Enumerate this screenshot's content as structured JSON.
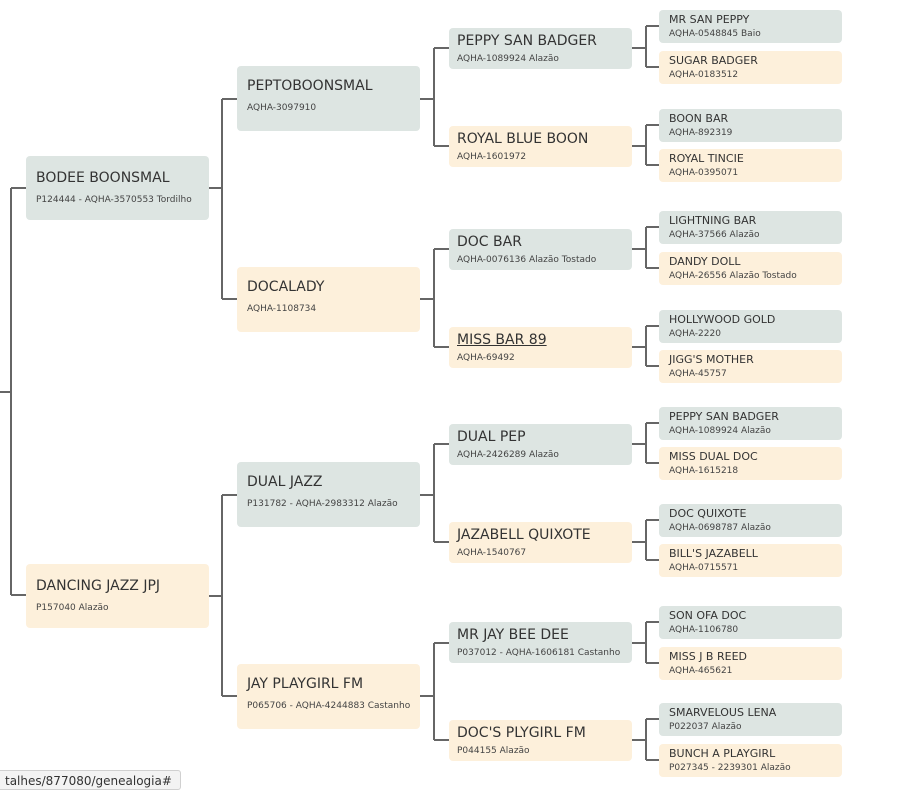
{
  "pedigree": {
    "parents": [
      {
        "name": "BODEE BOONSMAL",
        "info": "P124444 - AQHA-3570553 Tordilho"
      },
      {
        "name": "DANCING JAZZ JPJ",
        "info": "P157040 Alazão"
      }
    ],
    "grandparents": [
      {
        "name": "PEPTOBOONSMAL",
        "info": "AQHA-3097910"
      },
      {
        "name": "DOCALADY",
        "info": "AQHA-1108734"
      },
      {
        "name": "DUAL JAZZ",
        "info": "P131782 - AQHA-2983312 Alazão"
      },
      {
        "name": "JAY PLAYGIRL FM",
        "info": "P065706 - AQHA-4244883 Castanho"
      }
    ],
    "great_grandparents": [
      {
        "name": "PEPPY SAN BADGER",
        "info": "AQHA-1089924 Alazão"
      },
      {
        "name": "ROYAL BLUE BOON",
        "info": "AQHA-1601972"
      },
      {
        "name": "DOC BAR",
        "info": "AQHA-0076136 Alazão Tostado"
      },
      {
        "name": "MISS BAR 89",
        "info": "AQHA-69492"
      },
      {
        "name": "DUAL PEP",
        "info": "AQHA-2426289 Alazão"
      },
      {
        "name": "JAZABELL QUIXOTE",
        "info": "AQHA-1540767"
      },
      {
        "name": "MR JAY BEE DEE",
        "info": "P037012 - AQHA-1606181 Castanho"
      },
      {
        "name": "DOC'S PLYGIRL FM",
        "info": "P044155 Alazão"
      }
    ],
    "great_great_grandparents": [
      {
        "name": "MR SAN PEPPY",
        "info": "AQHA-0548845 Baio"
      },
      {
        "name": "SUGAR BADGER",
        "info": "AQHA-0183512"
      },
      {
        "name": "BOON BAR",
        "info": "AQHA-892319"
      },
      {
        "name": "ROYAL TINCIE",
        "info": "AQHA-0395071"
      },
      {
        "name": "LIGHTNING BAR",
        "info": "AQHA-37566 Alazão"
      },
      {
        "name": "DANDY DOLL",
        "info": "AQHA-26556 Alazão Tostado"
      },
      {
        "name": "HOLLYWOOD GOLD",
        "info": "AQHA-2220"
      },
      {
        "name": "JIGG'S MOTHER",
        "info": "AQHA-45757"
      },
      {
        "name": "PEPPY SAN BADGER",
        "info": "AQHA-1089924 Alazão"
      },
      {
        "name": "MISS DUAL DOC",
        "info": "AQHA-1615218"
      },
      {
        "name": "DOC QUIXOTE",
        "info": "AQHA-0698787 Alazão"
      },
      {
        "name": "BILL'S JAZABELL",
        "info": "AQHA-0715571"
      },
      {
        "name": "SON OFA DOC",
        "info": "AQHA-1106780"
      },
      {
        "name": "MISS J B REED",
        "info": "AQHA-465621"
      },
      {
        "name": "SMARVELOUS LENA",
        "info": "P022037 Alazão"
      },
      {
        "name": "BUNCH A PLAYGIRL",
        "info": "P027345 - 2239301 Alazão"
      }
    ]
  },
  "status_bar": {
    "url": "talhes/877080/genealogia#"
  },
  "colors": {
    "sire": "#dde5e2",
    "dam": "#fdf0db",
    "connector": "#666666"
  }
}
